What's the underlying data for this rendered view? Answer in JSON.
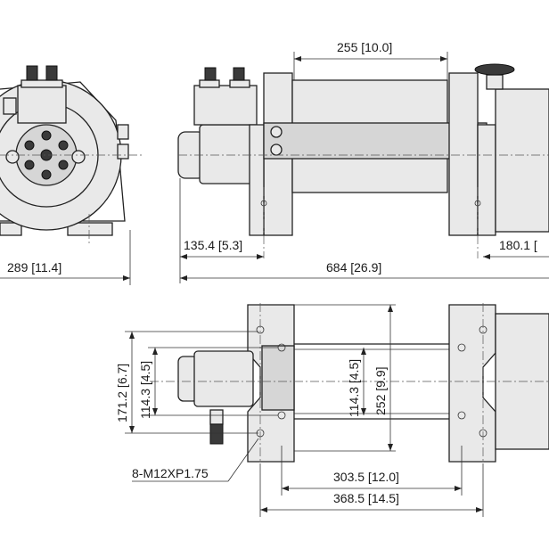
{
  "dimensions": {
    "drum_length": "255 [10.0]",
    "overall_length": "684 [26.9]",
    "left_offset": "135.4 [5.3]",
    "right_offset": "180.1 [",
    "side_width": "289 [11.4]",
    "height_large": "171.2 [6.7]",
    "height_small_left": "114.3 [4.5]",
    "height_small_center": "114.3 [4.5]",
    "height_total": "252 [9.9]",
    "bolt_span_inner": "303.5 [12.0]",
    "bolt_span_outer": "368.5 [14.5]",
    "bolt_spec": "8-M12XP1.75"
  }
}
